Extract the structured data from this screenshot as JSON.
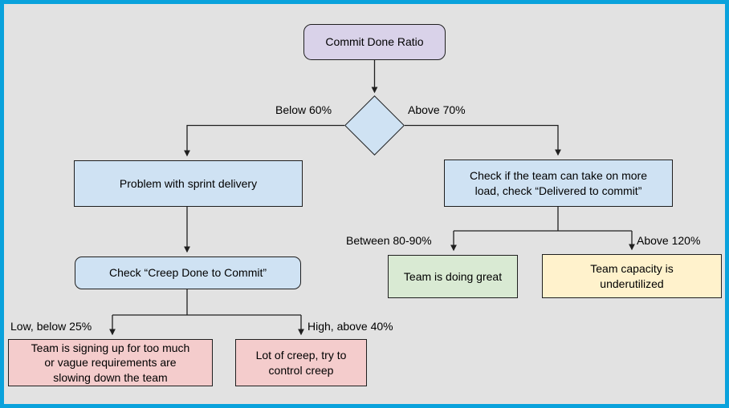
{
  "colors": {
    "frame_border": "#0AA2DC",
    "background": "#E2E2E2",
    "node_blue": "#CFE2F3",
    "node_purple": "#D9D2E9",
    "node_pink": "#F4CCCC",
    "node_green": "#D9EAD3",
    "node_yellow": "#FFF2CC",
    "line": "#1f1f1f"
  },
  "nodes": {
    "commit_done_ratio": {
      "label": "Commit Done Ratio"
    },
    "problem_sprint_delivery": {
      "label": "Problem with sprint delivery"
    },
    "check_team_load": {
      "lines": [
        "Check if the team can take on more",
        "load, check “Delivered to commit”"
      ]
    },
    "check_creep_done_to_commit": {
      "label": "Check “Creep Done to Commit”"
    },
    "team_signing_up_too_much": {
      "lines": [
        "Team is signing up for too much",
        "or vague requirements are",
        "slowing down the team"
      ]
    },
    "lot_of_creep": {
      "lines": [
        "Lot of creep, try to",
        "control creep"
      ]
    },
    "team_doing_great": {
      "label": "Team is doing great"
    },
    "team_capacity_underutilized": {
      "lines": [
        "Team capacity is",
        "underutilized"
      ]
    }
  },
  "edge_labels": {
    "below_60": "Below 60%",
    "above_70": "Above 70%",
    "between_80_90": "Between 80-90%",
    "above_120": "Above 120%",
    "low_below_25": "Low, below 25%",
    "high_above_40": "High, above 40%"
  }
}
